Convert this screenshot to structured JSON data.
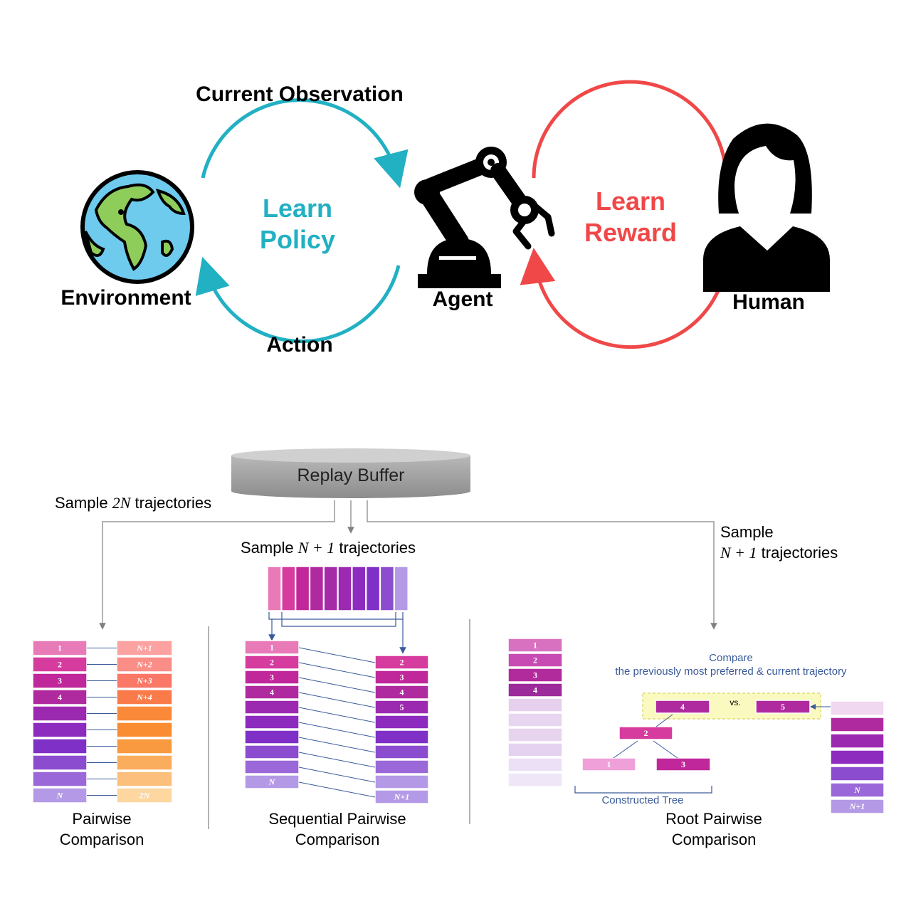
{
  "top": {
    "current_observation": "Current Observation",
    "action": "Action",
    "learn_policy_line1": "Learn",
    "learn_policy_line2": "Policy",
    "learn_reward_line1": "Learn",
    "learn_reward_line2": "Reward",
    "environment": "Environment",
    "agent": "Agent",
    "human": "Human"
  },
  "colors": {
    "policy": "#22b0c3",
    "reward": "#f04848",
    "navy": "#3a5a9a"
  },
  "buffer": {
    "label": "Replay Buffer",
    "sample_2n_prefix": "Sample ",
    "sample_2n_math": "2N",
    "sample_2n_suffix": " trajectories",
    "sample_n1_prefix": "Sample ",
    "sample_n1_math": "N + 1",
    "sample_n1_suffix": " trajectories",
    "sample_right_line1": "Sample",
    "sample_right_math": "N + 1",
    "sample_right_suffix": " trajectories"
  },
  "pairwise": {
    "caption_line1": "Pairwise",
    "caption_line2": "Comparison",
    "left_labels": [
      "1",
      "2",
      "3",
      "4",
      "",
      "",
      "",
      "",
      "",
      "N"
    ],
    "right_labels": [
      "N+1",
      "N+2",
      "N+3",
      "N+4",
      "",
      "",
      "",
      "",
      "",
      "2N"
    ]
  },
  "sequential": {
    "caption_line1": "Sequential Pairwise",
    "caption_line2": "Comparison",
    "left_labels": [
      "1",
      "2",
      "3",
      "4",
      "",
      "",
      "",
      "",
      "",
      "N"
    ],
    "right_labels": [
      "2",
      "3",
      "4",
      "5",
      "",
      "",
      "",
      "",
      "",
      "N+1"
    ]
  },
  "root": {
    "caption_line1": "Root Pairwise",
    "caption_line2": "Comparison",
    "compare_line1": "Compare",
    "compare_line2": "the previously most preferred & current trajectory",
    "vs": "vs.",
    "constructed_tree": "Constructed Tree",
    "left_labels": [
      "1",
      "2",
      "3",
      "4"
    ],
    "right_labels": [
      "N",
      "N+1"
    ],
    "tree_nodes": [
      "4",
      "2",
      "1",
      "3",
      "5"
    ]
  }
}
